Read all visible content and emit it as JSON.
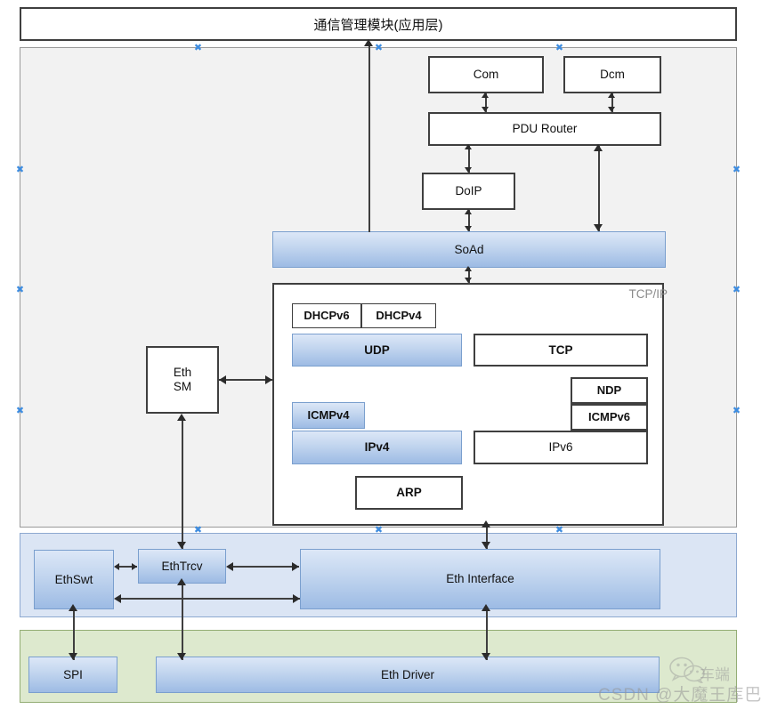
{
  "title": "通信管理模块(应用层)",
  "zones": {
    "bsw_label": "",
    "blue_label": "",
    "green_label": ""
  },
  "groups": {
    "tcpip_label": "TCP/IP"
  },
  "boxes": {
    "com": "Com",
    "dcm": "Dcm",
    "pdu_router": "PDU Router",
    "doip": "DoIP",
    "soad": "SoAd",
    "eth_sm": "Eth\nSM",
    "eth_sm_line1": "Eth",
    "eth_sm_line2": "SM",
    "dhcpv6": "DHCPv6",
    "dhcpv4": "DHCPv4",
    "udp": "UDP",
    "tcp": "TCP",
    "icmpv4": "ICMPv4",
    "ipv4": "IPv4",
    "ipv6": "IPv6",
    "ndp": "NDP",
    "icmpv6": "ICMPv6",
    "arp": "ARP",
    "ethswt": "EthSwt",
    "ethtrcv": "EthTrcv",
    "eth_interface": "Eth Interface",
    "spi": "SPI",
    "eth_driver": "Eth Driver"
  },
  "handles": {
    "glyph": "✖"
  },
  "watermark": {
    "csdn": "CSDN @大魔王库巴",
    "cn": "车端"
  },
  "colors": {
    "box_fill_top": "#dce7f7",
    "box_fill_bottom": "#9dbbe4",
    "box_border": "#7a9fce",
    "outline": "#3f3f3f",
    "bsw_bg": "#f2f2f2",
    "blue_bg": "#dbe5f4",
    "green_bg": "#dde9ce",
    "handle": "#3d8ce0"
  }
}
